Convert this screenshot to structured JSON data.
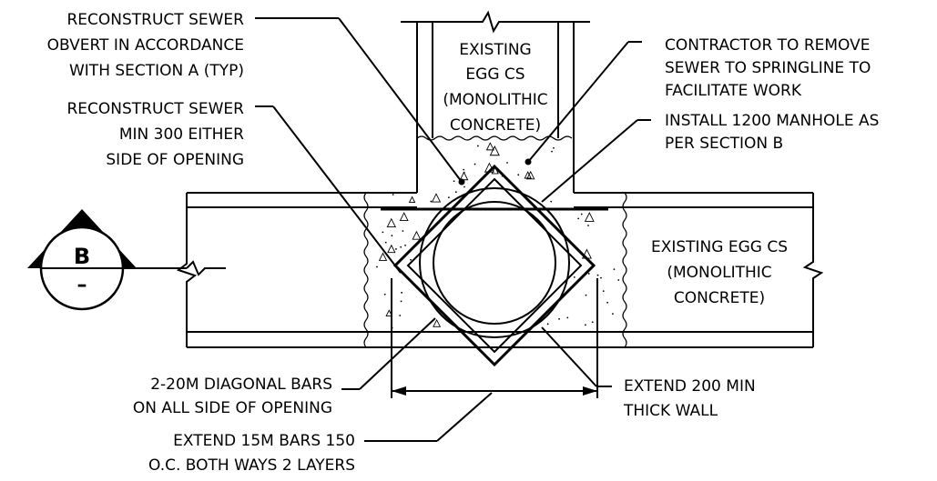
{
  "notes": {
    "reconstruct_obvert": [
      "RECONSTRUCT SEWER",
      "OBVERT IN ACCORDANCE",
      "WITH SECTION A (TYP)"
    ],
    "reconstruct_min": [
      "RECONSTRUCT SEWER",
      "MIN 300 EITHER",
      "SIDE OF OPENING"
    ],
    "existing_egg_top": [
      "EXISTING",
      "EGG CS",
      "(MONOLITHIC",
      "CONCRETE)"
    ],
    "contractor_remove": [
      "CONTRACTOR TO REMOVE",
      "SEWER TO SPRINGLINE TO",
      "FACILITATE WORK"
    ],
    "install_manhole": [
      "INSTALL 1200 MANHOLE AS",
      "PER SECTION B"
    ],
    "existing_egg_right": [
      "EXISTING EGG CS",
      "(MONOLITHIC",
      "CONCRETE)"
    ],
    "diagonal_bars": [
      "2-20M DIAGONAL BARS",
      "ON ALL SIDE OF OPENING"
    ],
    "extend_bars": [
      "EXTEND 15M BARS 150",
      "O.C. BOTH WAYS 2 LAYERS"
    ],
    "extend_wall": [
      "EXTEND 200 MIN",
      "THICK WALL"
    ]
  },
  "section_marker": {
    "letter": "B",
    "sheet": "–"
  },
  "colors": {
    "line": "#000000",
    "background": "#ffffff"
  }
}
